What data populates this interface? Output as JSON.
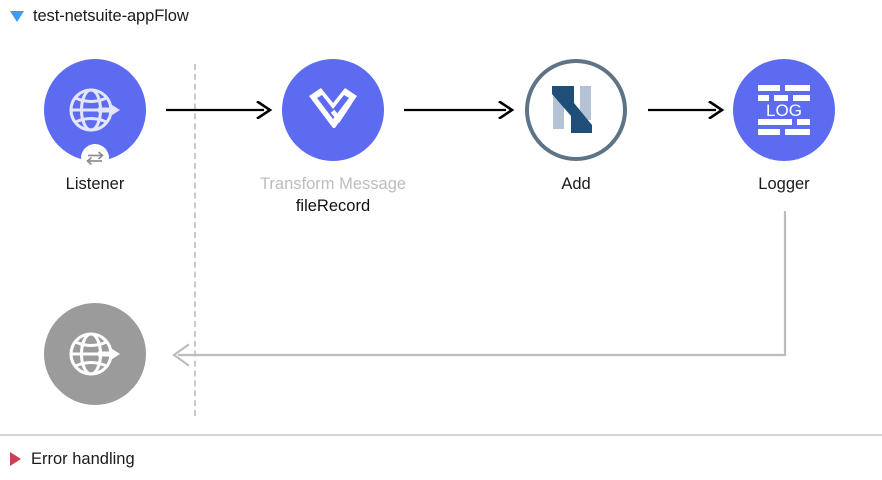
{
  "flow": {
    "title": "test-netsuite-appFlow",
    "toggle_icon": "caret-down-icon",
    "toggle_state": "expanded"
  },
  "canvas": {
    "background_color": "#ffffff",
    "accent_color": "#5c6bf0",
    "disabled_color": "#9b9b9b",
    "netsuite_dark": "#1f4e79",
    "netsuite_light": "#b3c3d3",
    "ring_color": "#5d7486"
  },
  "nodes": [
    {
      "id": "listener",
      "label": "Listener",
      "sublabel": "",
      "icon": "globe-arrow-icon",
      "badge_icon": "exchange-icon",
      "style": "purple",
      "enabled": true
    },
    {
      "id": "transform",
      "label": "Transform Message",
      "sublabel": "fileRecord",
      "icon": "dataweave-icon",
      "badge_icon": "",
      "style": "purple",
      "enabled": true
    },
    {
      "id": "add",
      "label": "Add",
      "sublabel": "",
      "icon": "netsuite-n-icon",
      "badge_icon": "",
      "style": "ring",
      "enabled": true
    },
    {
      "id": "logger",
      "label": "Logger",
      "sublabel": "",
      "icon": "log-lines-icon",
      "badge_icon": "",
      "style": "purple",
      "enabled": true
    },
    {
      "id": "error-source",
      "label": "",
      "sublabel": "",
      "icon": "globe-arrow-icon",
      "badge_icon": "",
      "style": "grey",
      "enabled": false
    }
  ],
  "connectors": [
    {
      "id": "arrow-1",
      "from": "listener",
      "to": "transform",
      "direction": "right",
      "color": "#000000"
    },
    {
      "id": "arrow-2",
      "from": "transform",
      "to": "add",
      "direction": "right",
      "color": "#000000"
    },
    {
      "id": "arrow-3",
      "from": "add",
      "to": "logger",
      "direction": "right",
      "color": "#000000"
    },
    {
      "id": "error-return",
      "from": "logger",
      "to": "error-source",
      "direction": "left",
      "color": "#bcbcbc"
    }
  ],
  "footer": {
    "label": "Error handling",
    "toggle_icon": "caret-right-icon",
    "toggle_state": "collapsed",
    "accent_color": "#c94056"
  },
  "logger_icon": {
    "text": "LOG"
  }
}
